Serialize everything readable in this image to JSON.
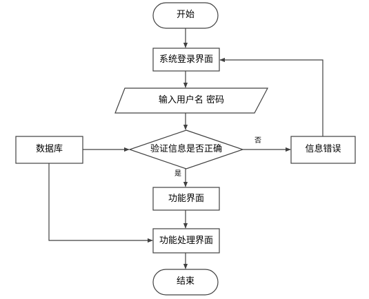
{
  "colors": {
    "stroke": "#404040",
    "fill": "#ffffff",
    "text": "#000000"
  },
  "nodes": {
    "start": "开始",
    "login": "系统登录界面",
    "input": "输入用户名 密码",
    "verify": "验证信息是否正确",
    "database": "数据库",
    "error": "信息错误",
    "function": "功能界面",
    "process": "功能处理界面",
    "end": "结束"
  },
  "edges": {
    "no_label": "否",
    "yes_label": "是"
  }
}
